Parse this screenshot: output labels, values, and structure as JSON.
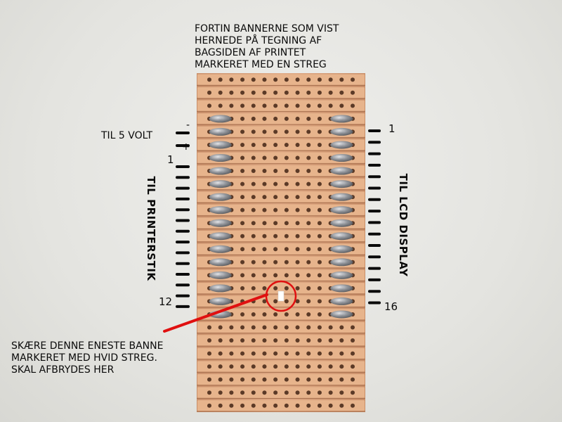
{
  "labels": {
    "top_note": [
      "FORTIN BANNERNE SOM VIST",
      "HERNEDE PÅ TEGNING AF",
      "BAGSIDEN AF PRINTET",
      "MARKERET MED EN STREG"
    ],
    "til_5_volt": "TIL 5 VOLT",
    "minus": "-",
    "plus": "+",
    "left_pin_first": "1",
    "left_pin_last": "12",
    "right_pin_first": "1",
    "right_pin_last": "16",
    "til_printerstik": "TIL PRINTERSTIK",
    "til_lcd_display": "TIL LCD DISPLAY",
    "bottom_note": [
      "SKÆRE DENNE ENESTE BANNE",
      "MARKERET MED HVID STREG.",
      "SKAL AFBRYDES HER"
    ]
  },
  "colors": {
    "board": "#d9a27c",
    "strip": "#e7b48c",
    "solder": "#8e949c",
    "marker": "#e01010",
    "dash": "#0a0a0a"
  },
  "board": {
    "strip_count": 26,
    "holes_per_strip": 14,
    "left_dash_count": 14,
    "right_dash_count": 16
  }
}
